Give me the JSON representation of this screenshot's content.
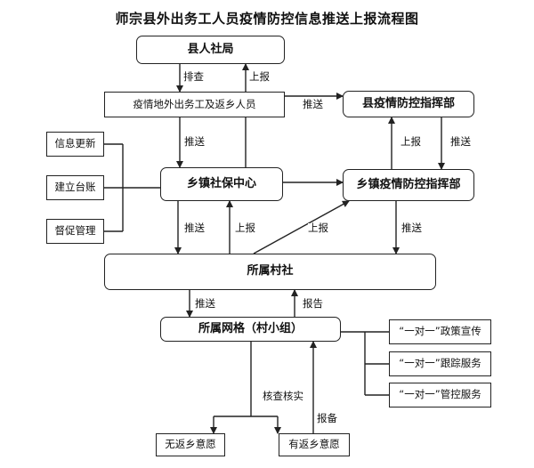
{
  "title": "师宗县外出务工人员疫情防控信息推送上报流程图",
  "nodes": {
    "county_hr": "县人社局",
    "epidemic_workers": "疫情地外出务工及返乡人员",
    "county_hq": "县疫情防控指挥部",
    "info_update": "信息更新",
    "ledger": "建立台账",
    "supervise": "督促管理",
    "township_center": "乡镇社保中心",
    "township_hq": "乡镇疫情防控指挥部",
    "village": "所属村社",
    "grid": "所属网格（村小组）",
    "policy": "“一对一”政策宣传",
    "tracking": "“一对一”跟踪服务",
    "control": "“一对一”管控服务",
    "no_return": "无返乡意愿",
    "has_return": "有返乡意愿"
  },
  "labels": {
    "investigate": "排查",
    "report_up_county": "上报",
    "push_county_hq": "推送",
    "push_center": "推送",
    "report_up_county_hq": "上报",
    "push_township_hq": "推送",
    "push_village_from_center": "推送",
    "report_up_center": "上报",
    "report_up_township_hq": "上报",
    "push_village_from_hq": "推送",
    "push_grid": "推送",
    "report_grid": "报告",
    "verify": "核查核实",
    "file_report": "报备"
  }
}
